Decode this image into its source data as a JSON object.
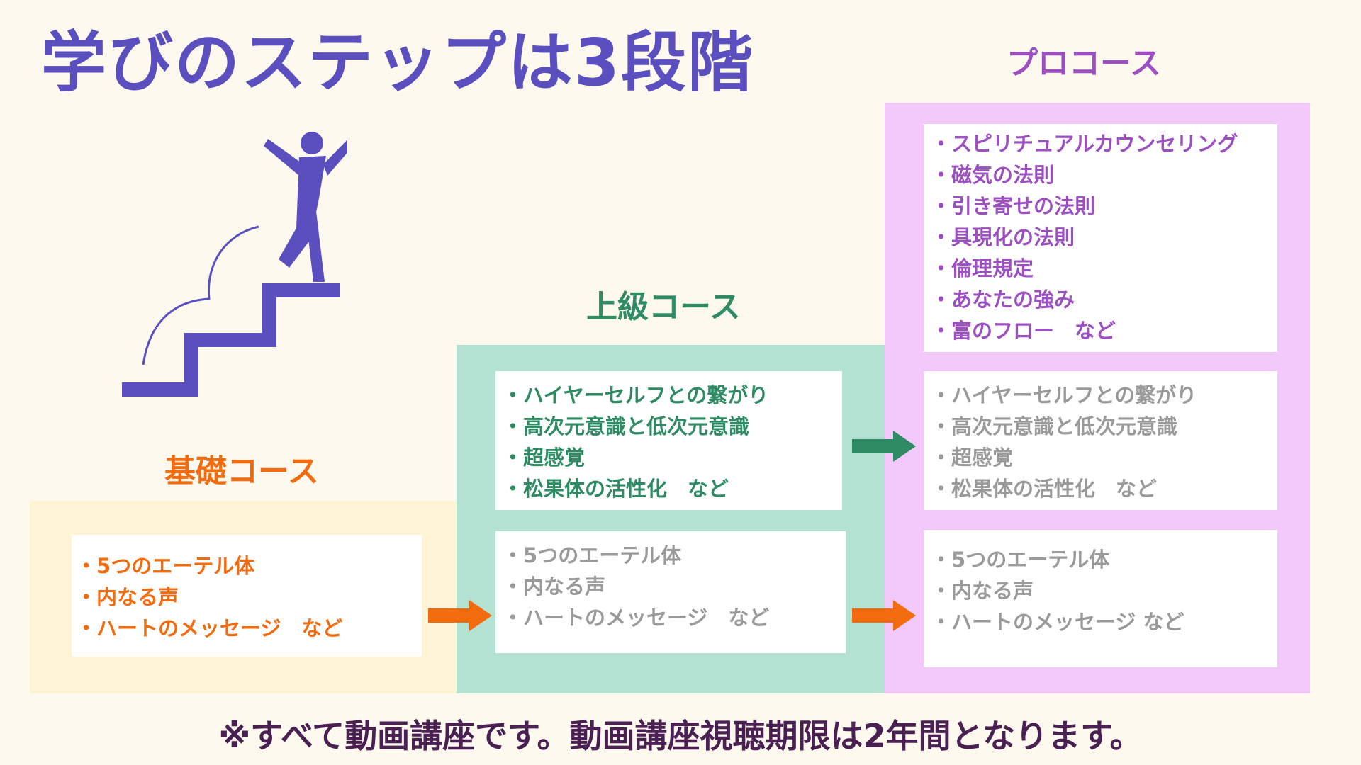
{
  "title": "学びのステップは3段階",
  "courses": {
    "basic": {
      "label": "基礎コース",
      "color": "#f26b0f",
      "panel_color": "#fdf4d6",
      "items": [
        "5つのエーテル体",
        "内なる声",
        "ハートのメッセージ　など"
      ]
    },
    "advanced": {
      "label": "上級コース",
      "color": "#2e8b63",
      "panel_color": "#b3e2d2",
      "items": [
        "ハイヤーセルフとの繋がり",
        "高次元意識と低次元意識",
        "超感覚",
        "松果体の活性化　など"
      ],
      "carried_items": [
        "5つのエーテル体",
        "内なる声",
        "ハートのメッセージ　など"
      ]
    },
    "pro": {
      "label": "プロコース",
      "color": "#9b4fc0",
      "panel_color": "#f3c8fb",
      "items": [
        "スピリチュアルカウンセリング",
        "磁気の法則",
        "引き寄せの法則",
        "具現化の法則",
        "倫理規定",
        "あなたの強み",
        "富のフロー　など"
      ],
      "carried_advanced": [
        "ハイヤーセルフとの繋がり",
        "高次元意識と低次元意識",
        "超感覚",
        "松果体の活性化　など"
      ],
      "carried_basic": [
        "5つのエーテル体",
        "内なる声",
        "ハートのメッセージ など"
      ]
    }
  },
  "footer": "※すべて動画講座です。動画講座視聴期限は2年間となります。",
  "icons": {
    "illustration": "person-climbing-stairs-icon",
    "arrow": "right-arrow-icon"
  },
  "colors": {
    "title": "#5b4fbf",
    "footer": "#4a1f52",
    "muted_text": "#9a9a9a"
  }
}
